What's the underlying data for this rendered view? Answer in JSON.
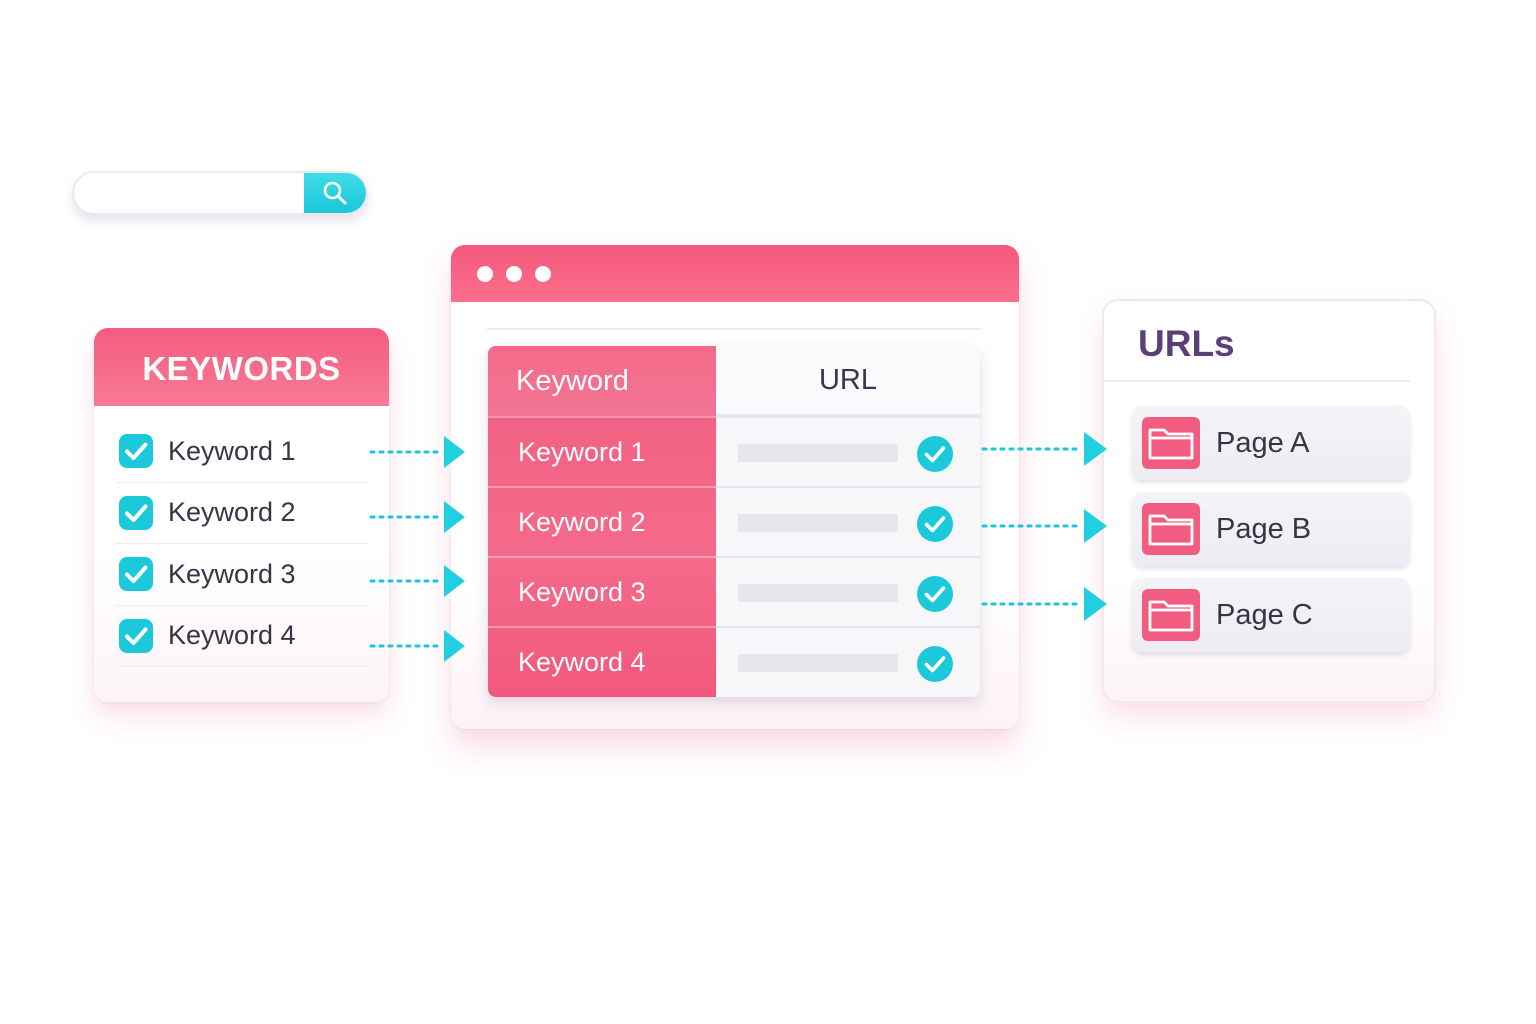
{
  "search": {
    "placeholder": "",
    "icon": "search-icon"
  },
  "keywords_card": {
    "title": "KEYWORDS",
    "items": [
      {
        "label": "Keyword 1",
        "checked": true
      },
      {
        "label": "Keyword 2",
        "checked": true
      },
      {
        "label": "Keyword 3",
        "checked": true
      },
      {
        "label": "Keyword 4",
        "checked": true
      }
    ]
  },
  "table": {
    "headers": {
      "keyword": "Keyword",
      "url": "URL"
    },
    "rows": [
      {
        "keyword": "Keyword 1",
        "status": "check-icon"
      },
      {
        "keyword": "Keyword 2",
        "status": "check-icon"
      },
      {
        "keyword": "Keyword 3",
        "status": "check-icon"
      },
      {
        "keyword": "Keyword 4",
        "status": "check-icon"
      }
    ]
  },
  "urls_card": {
    "title": "URLs",
    "pages": [
      {
        "label": "Page A",
        "icon": "folder-icon"
      },
      {
        "label": "Page B",
        "icon": "folder-icon"
      },
      {
        "label": "Page C",
        "icon": "folder-icon"
      }
    ]
  },
  "colors": {
    "accent_pink": "#f3587c",
    "accent_cyan": "#1cc5d8",
    "title_purple": "#5d3f78",
    "text_dark": "#3a3346"
  }
}
